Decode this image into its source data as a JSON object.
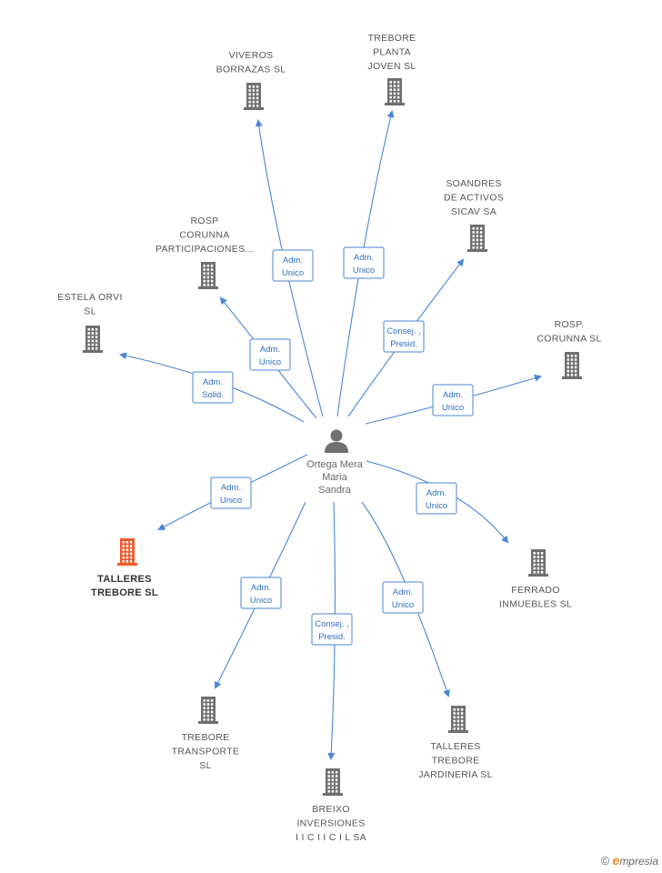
{
  "colors": {
    "edge": "#4a86d6",
    "building": "#6f6f6f",
    "focus_building": "#f2592a",
    "person": "#6f6f6f"
  },
  "center": {
    "name_lines": [
      "Ortega Mera",
      "Maria",
      "Sandra"
    ],
    "icon": "person-icon"
  },
  "nodes": [
    {
      "id": "viveros",
      "label_lines": [
        "VIVEROS",
        "BORRAZAS  SL"
      ],
      "icon": "building-icon"
    },
    {
      "id": "trebore_planta",
      "label_lines": [
        "TREBORE",
        "PLANTA",
        "JOVEN  SL"
      ],
      "icon": "building-icon"
    },
    {
      "id": "soandres",
      "label_lines": [
        "SOANDRES",
        "DE ACTIVOS",
        "SICAV SA"
      ],
      "icon": "building-icon"
    },
    {
      "id": "rosp_part",
      "label_lines": [
        "ROSP",
        "CORUNNA",
        "PARTICIPACIONES..."
      ],
      "icon": "building-icon"
    },
    {
      "id": "estela",
      "label_lines": [
        "ESTELA ORVI",
        "SL"
      ],
      "icon": "building-icon"
    },
    {
      "id": "rosp_sl",
      "label_lines": [
        "ROSP.",
        "CORUNNA SL"
      ],
      "icon": "building-icon"
    },
    {
      "id": "talleres_trebore",
      "label_lines": [
        "TALLERES",
        "TREBORE SL"
      ],
      "icon": "building-icon",
      "focus": true
    },
    {
      "id": "ferrado",
      "label_lines": [
        "FERRADO",
        "INMUEBLES  SL"
      ],
      "icon": "building-icon"
    },
    {
      "id": "trebore_transporte",
      "label_lines": [
        "TREBORE",
        "TRANSPORTE",
        "SL"
      ],
      "icon": "building-icon"
    },
    {
      "id": "breixo",
      "label_lines": [
        "BREIXO",
        "INVERSIONES",
        "I I C I I C I L SA"
      ],
      "icon": "building-icon"
    },
    {
      "id": "talleres_jardineria",
      "label_lines": [
        "TALLERES",
        "TREBORE",
        "JARDINERIA  SL"
      ],
      "icon": "building-icon"
    }
  ],
  "edges": [
    {
      "to": "viveros",
      "label_lines": [
        "Adm.",
        "Unico"
      ]
    },
    {
      "to": "trebore_planta",
      "label_lines": [
        "Adm.",
        "Unico"
      ]
    },
    {
      "to": "soandres",
      "label_lines": [
        "Consej. ,",
        "Presid."
      ]
    },
    {
      "to": "rosp_part",
      "label_lines": [
        "Adm.",
        "Unico"
      ]
    },
    {
      "to": "estela",
      "label_lines": [
        "Adm.",
        "Solid."
      ]
    },
    {
      "to": "rosp_sl",
      "label_lines": [
        "Adm.",
        "Unico"
      ]
    },
    {
      "to": "talleres_trebore",
      "label_lines": [
        "Adm.",
        "Unico"
      ]
    },
    {
      "to": "ferrado",
      "label_lines": [
        "Adm.",
        "Unico"
      ]
    },
    {
      "to": "trebore_transporte",
      "label_lines": [
        "Adm.",
        "Unico"
      ]
    },
    {
      "to": "breixo",
      "label_lines": [
        "Consej. ,",
        "Presid."
      ]
    },
    {
      "to": "talleres_jardineria",
      "label_lines": [
        "Adm.",
        "Unico"
      ]
    }
  ],
  "watermark": {
    "copyright": "©",
    "brand_initial": "e",
    "brand_rest": "mpresia"
  }
}
